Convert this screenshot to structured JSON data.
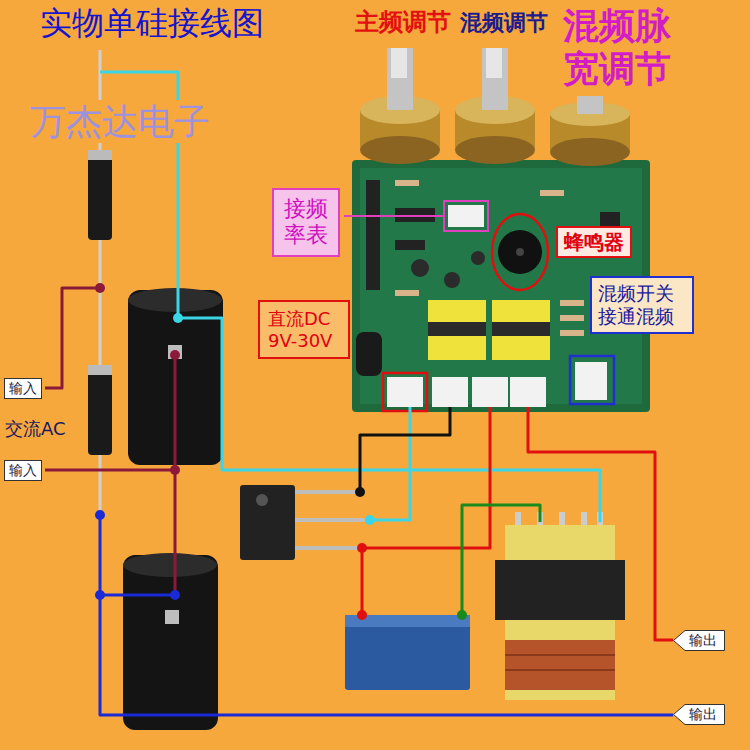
{
  "diagram": {
    "title": "实物单硅接线图",
    "nodes": [
      {
        "text": [
          "接频率表"
        ]
      },
      {
        "text": [
          "蜂鸣器"
        ]
      },
      {
        "text": [
          "混频开关 接通混频"
        ]
      },
      {
        "text": [
          "直流DC 9V-30V"
        ]
      },
      {
        "text": [
          "输入"
        ]
      },
      {
        "text": [
          "输入"
        ]
      },
      {
        "text": [
          "输出"
        ]
      },
      {
        "text": [
          "输出"
        ]
      }
    ],
    "labels": [
      "主频调节",
      "混频调节",
      "混频脉宽调节",
      "万杰达电子",
      "交流AC"
    ]
  }
}
